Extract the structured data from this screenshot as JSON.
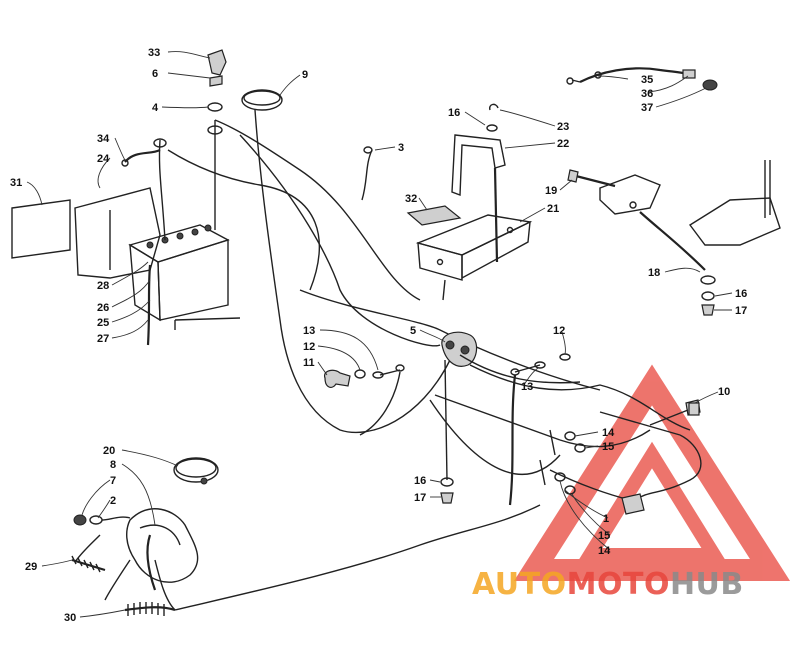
{
  "callouts": [
    {
      "id": "33",
      "text": "33"
    },
    {
      "id": "6",
      "text": "6"
    },
    {
      "id": "9",
      "text": "9"
    },
    {
      "id": "4",
      "text": "4"
    },
    {
      "id": "16a",
      "text": "16"
    },
    {
      "id": "23",
      "text": "23"
    },
    {
      "id": "35",
      "text": "35"
    },
    {
      "id": "36",
      "text": "36"
    },
    {
      "id": "37",
      "text": "37"
    },
    {
      "id": "34",
      "text": "34"
    },
    {
      "id": "24",
      "text": "24"
    },
    {
      "id": "3",
      "text": "3"
    },
    {
      "id": "22",
      "text": "22"
    },
    {
      "id": "31",
      "text": "31"
    },
    {
      "id": "19",
      "text": "19"
    },
    {
      "id": "32",
      "text": "32"
    },
    {
      "id": "21",
      "text": "21"
    },
    {
      "id": "28",
      "text": "28"
    },
    {
      "id": "26",
      "text": "26"
    },
    {
      "id": "25",
      "text": "25"
    },
    {
      "id": "27",
      "text": "27"
    },
    {
      "id": "18",
      "text": "18"
    },
    {
      "id": "16b",
      "text": "16"
    },
    {
      "id": "17a",
      "text": "17"
    },
    {
      "id": "13a",
      "text": "13"
    },
    {
      "id": "12a",
      "text": "12"
    },
    {
      "id": "11",
      "text": "11"
    },
    {
      "id": "5",
      "text": "5"
    },
    {
      "id": "12b",
      "text": "12"
    },
    {
      "id": "13b",
      "text": "13"
    },
    {
      "id": "10",
      "text": "10"
    },
    {
      "id": "14a",
      "text": "14"
    },
    {
      "id": "15a",
      "text": "15"
    },
    {
      "id": "20",
      "text": "20"
    },
    {
      "id": "8",
      "text": "8"
    },
    {
      "id": "7",
      "text": "7"
    },
    {
      "id": "2",
      "text": "2"
    },
    {
      "id": "16c",
      "text": "16"
    },
    {
      "id": "17b",
      "text": "17"
    },
    {
      "id": "1",
      "text": "1"
    },
    {
      "id": "15b",
      "text": "15"
    },
    {
      "id": "14b",
      "text": "14"
    },
    {
      "id": "29",
      "text": "29"
    },
    {
      "id": "30",
      "text": "30"
    }
  ],
  "watermark": {
    "part1": "AUTO",
    "part2": "MOTO",
    "part3": "HUB",
    "color_orange": "#f5a623",
    "color_red": "#e8463c",
    "color_gray": "#8a8a8a"
  }
}
